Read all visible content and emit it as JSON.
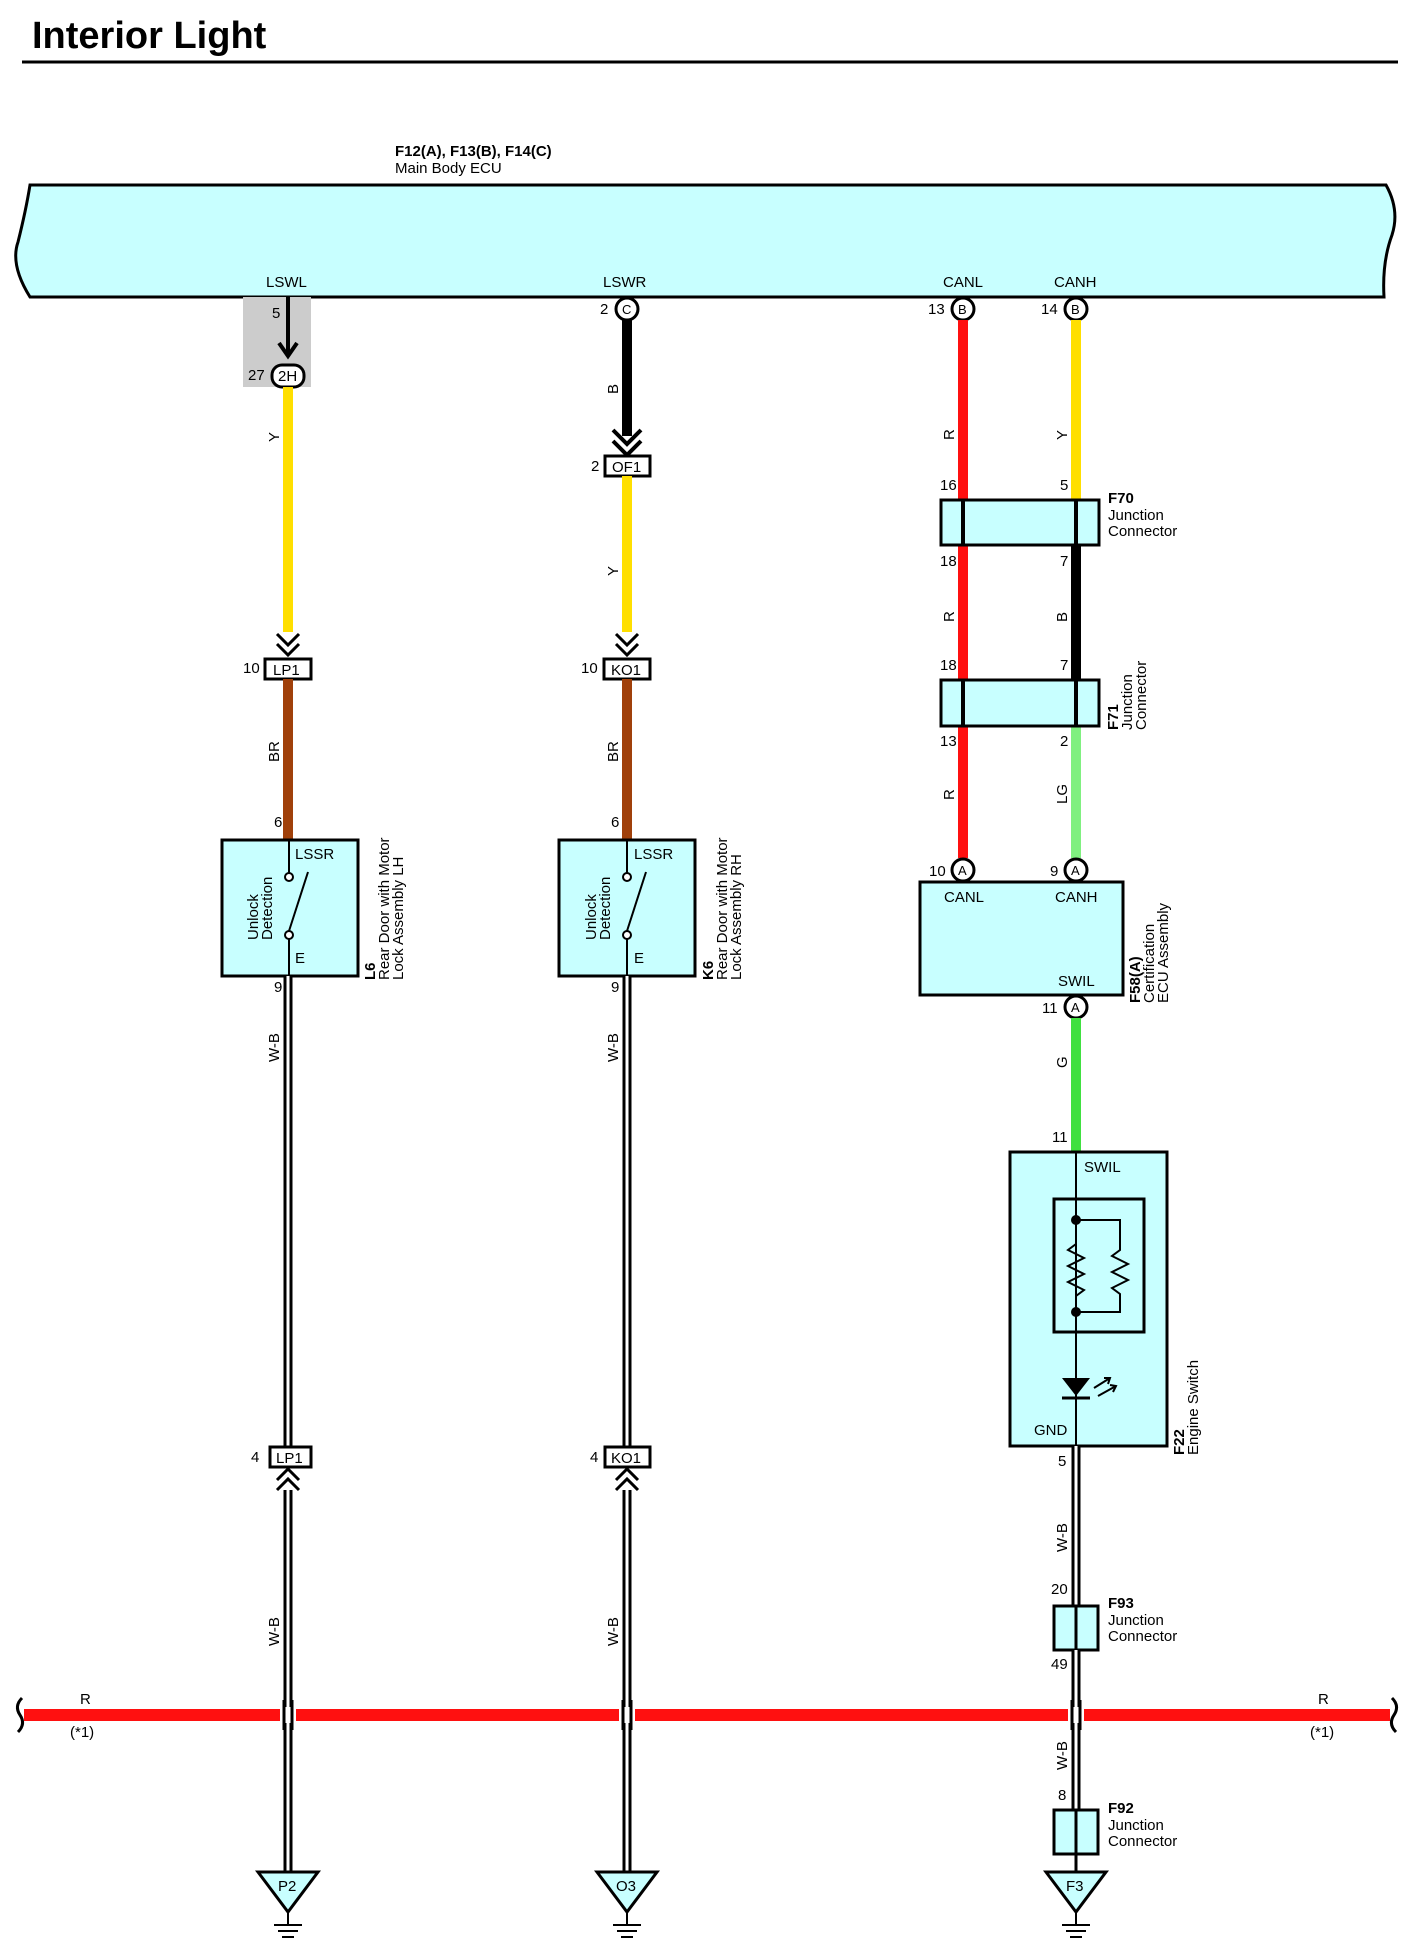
{
  "title": "Interior Light",
  "ecu": {
    "ref": "F12(A), F13(B), F14(C)",
    "name": "Main Body ECU"
  },
  "ecu_pins": {
    "lswl": {
      "label": "LSWL",
      "pin": "5"
    },
    "lswr": {
      "label": "LSWR",
      "pin": "2",
      "conn": "C"
    },
    "canl": {
      "label": "CANL",
      "pin": "13",
      "conn": "B"
    },
    "canh": {
      "label": "CANH",
      "pin": "14",
      "conn": "B"
    }
  },
  "col1": {
    "wire1": "Y",
    "wire2": "BR",
    "wire3": "W-B",
    "wire4": "W-B",
    "inline_2h": {
      "pin": "27",
      "name": "2H"
    },
    "lp1_top": {
      "pin": "10",
      "name": "LP1"
    },
    "lp1_bot": {
      "pin": "4",
      "name": "LP1"
    },
    "pin6": "6",
    "pin9": "9",
    "switch": {
      "lssr": "LSSR",
      "e": "E",
      "detect": "Unlock\nDetection"
    },
    "device": {
      "id": "L6",
      "name1": "Rear Door with Motor",
      "name2": "Lock Assembly LH"
    },
    "ground": "P2"
  },
  "col2": {
    "wire1": "B",
    "wire2": "Y",
    "wire3": "BR",
    "wire4": "W-B",
    "wire5": "W-B",
    "of1": {
      "pin": "2",
      "name": "OF1"
    },
    "ko1_top": {
      "pin": "10",
      "name": "KO1"
    },
    "ko1_bot": {
      "pin": "4",
      "name": "KO1"
    },
    "pin6": "6",
    "pin9": "9",
    "switch": {
      "lssr": "LSSR",
      "e": "E"
    },
    "device": {
      "id": "K6",
      "name1": "Rear Door with Motor",
      "name2": "Lock Assembly RH"
    },
    "ground": "O3"
  },
  "col3": {
    "canl_wire": [
      "R",
      "R",
      "R"
    ],
    "canh_wire": [
      "Y",
      "B",
      "LG"
    ],
    "f70": {
      "id": "F70",
      "name1": "Junction",
      "name2": "Connector",
      "p_l_top": "16",
      "p_r_top": "5",
      "p_l_bot": "18",
      "p_r_bot": "7"
    },
    "f71": {
      "id": "F71",
      "name1": "Junction",
      "name2": "Connector",
      "p_l_top": "18",
      "p_r_top": "7",
      "p_l_bot": "13",
      "p_r_bot": "2"
    },
    "f58": {
      "id": "F58(A)",
      "name1": "Certification",
      "name2": "ECU Assembly",
      "canl": "CANL",
      "canh": "CANH",
      "swil": "SWIL",
      "p_canl": "10",
      "p_canh": "9",
      "p_swil": "11",
      "conn": "A"
    },
    "g_wire": "G",
    "f22": {
      "id": "F22",
      "name": "Engine Switch",
      "swil": "SWIL",
      "gnd": "GND",
      "p_in": "11",
      "p_out": "5"
    },
    "wb1": "W-B",
    "wb2": "W-B",
    "f93": {
      "id": "F93",
      "name1": "Junction",
      "name2": "Connector",
      "p_top": "20",
      "p_bot": "49"
    },
    "f92": {
      "id": "F92",
      "name1": "Junction",
      "name2": "Connector",
      "p_top": "8"
    },
    "ground": "F3"
  },
  "bus": {
    "left_label": "R",
    "left_note": "(*1)",
    "right_label": "R",
    "right_note": "(*1)"
  },
  "colors": {
    "yellow": "#ffdf00",
    "brown": "#a0400a",
    "red": "#ff1010",
    "black": "#000000",
    "lightgreen": "#80f080",
    "green": "#40e040",
    "box": "#c8ffff",
    "shade": "#cccccc"
  }
}
